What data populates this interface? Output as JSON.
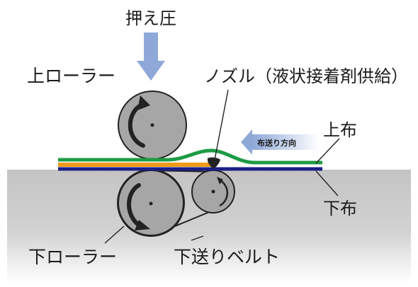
{
  "labels": {
    "pressing_force": "押え圧",
    "upper_roller": "上ローラー",
    "nozzle": "ノズル（液状接着剤供給）",
    "feed_direction": "布送り方向",
    "upper_fabric": "上布",
    "lower_fabric": "下布",
    "lower_roller": "下ローラー",
    "lower_feed_belt": "下送りベルト"
  },
  "colors": {
    "arrow_blue": "#8ea9d8",
    "roller_gray": "#a6a6a6",
    "table_gray": "#c7c7c7",
    "fabric_green": "#1e9b45",
    "fabric_orange": "#f09a18",
    "fabric_navy": "#1b1f86",
    "rotation_arrow": "#222222"
  }
}
